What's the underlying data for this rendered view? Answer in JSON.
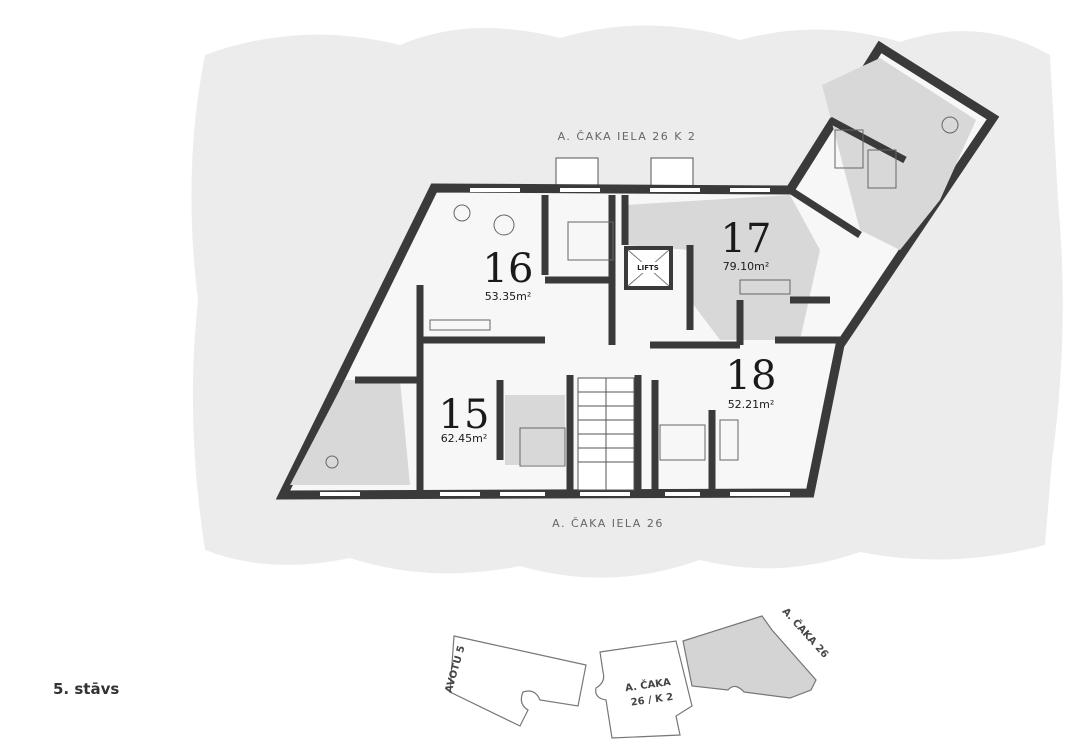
{
  "streets": {
    "top": "A. ČAKA IELA 26 K 2",
    "bottom": "A. ČAKA IELA 26"
  },
  "apartments": [
    {
      "number": "16",
      "area": "53.35m²"
    },
    {
      "number": "17",
      "area": "79.10m²"
    },
    {
      "number": "18",
      "area": "52.21m²"
    },
    {
      "number": "15",
      "area": "62.45m²"
    }
  ],
  "lifts_label": "LIFTS",
  "keymap": {
    "avotu": "AVOTU 5",
    "caka_k2_line1": "A. ČAKA",
    "caka_k2_line2": "26 / K 2",
    "caka26": "A. ČAKA 26"
  },
  "floor_label": "5. stāvs",
  "colors": {
    "background_blob": "#ececec",
    "wall": "#3a3a3a",
    "unit_fill": "#f7f7f7",
    "room_shaded": "#d8d8d8",
    "keymap_highlight": "#d4d4d4"
  }
}
